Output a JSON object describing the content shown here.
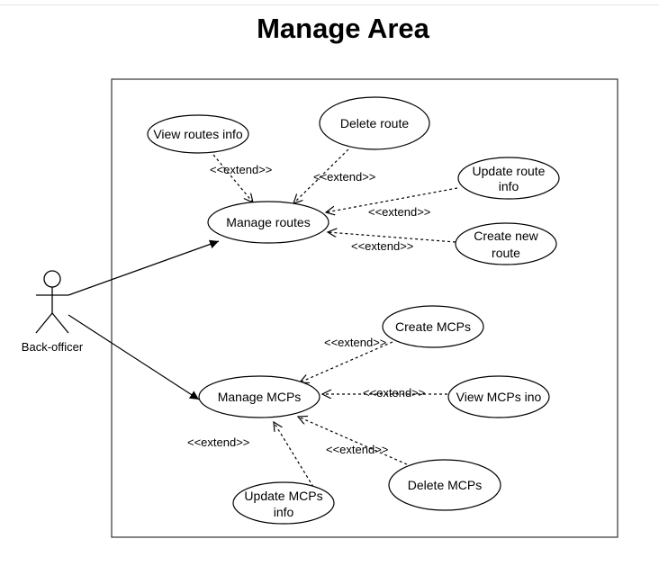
{
  "title": "Manage Area",
  "actor": {
    "name": "Back-officer"
  },
  "use_cases": {
    "view_routes_info": [
      "View routes info"
    ],
    "delete_route": [
      "Delete route"
    ],
    "update_route_info": [
      "Update route",
      "info"
    ],
    "manage_routes": [
      "Manage routes"
    ],
    "create_new_route": [
      "Create new",
      "route"
    ],
    "create_mcps": [
      "Create MCPs"
    ],
    "manage_mcps": [
      "Manage MCPs"
    ],
    "view_mcps_info": [
      "View MCPs ino"
    ],
    "delete_mcps": [
      "Delete MCPs"
    ],
    "update_mcps_info": [
      "Update MCPs",
      "info"
    ]
  },
  "relation_label": "<<extend>>",
  "colors": {
    "stroke": "#000000",
    "background": "#ffffff",
    "boundary": "#333333"
  }
}
